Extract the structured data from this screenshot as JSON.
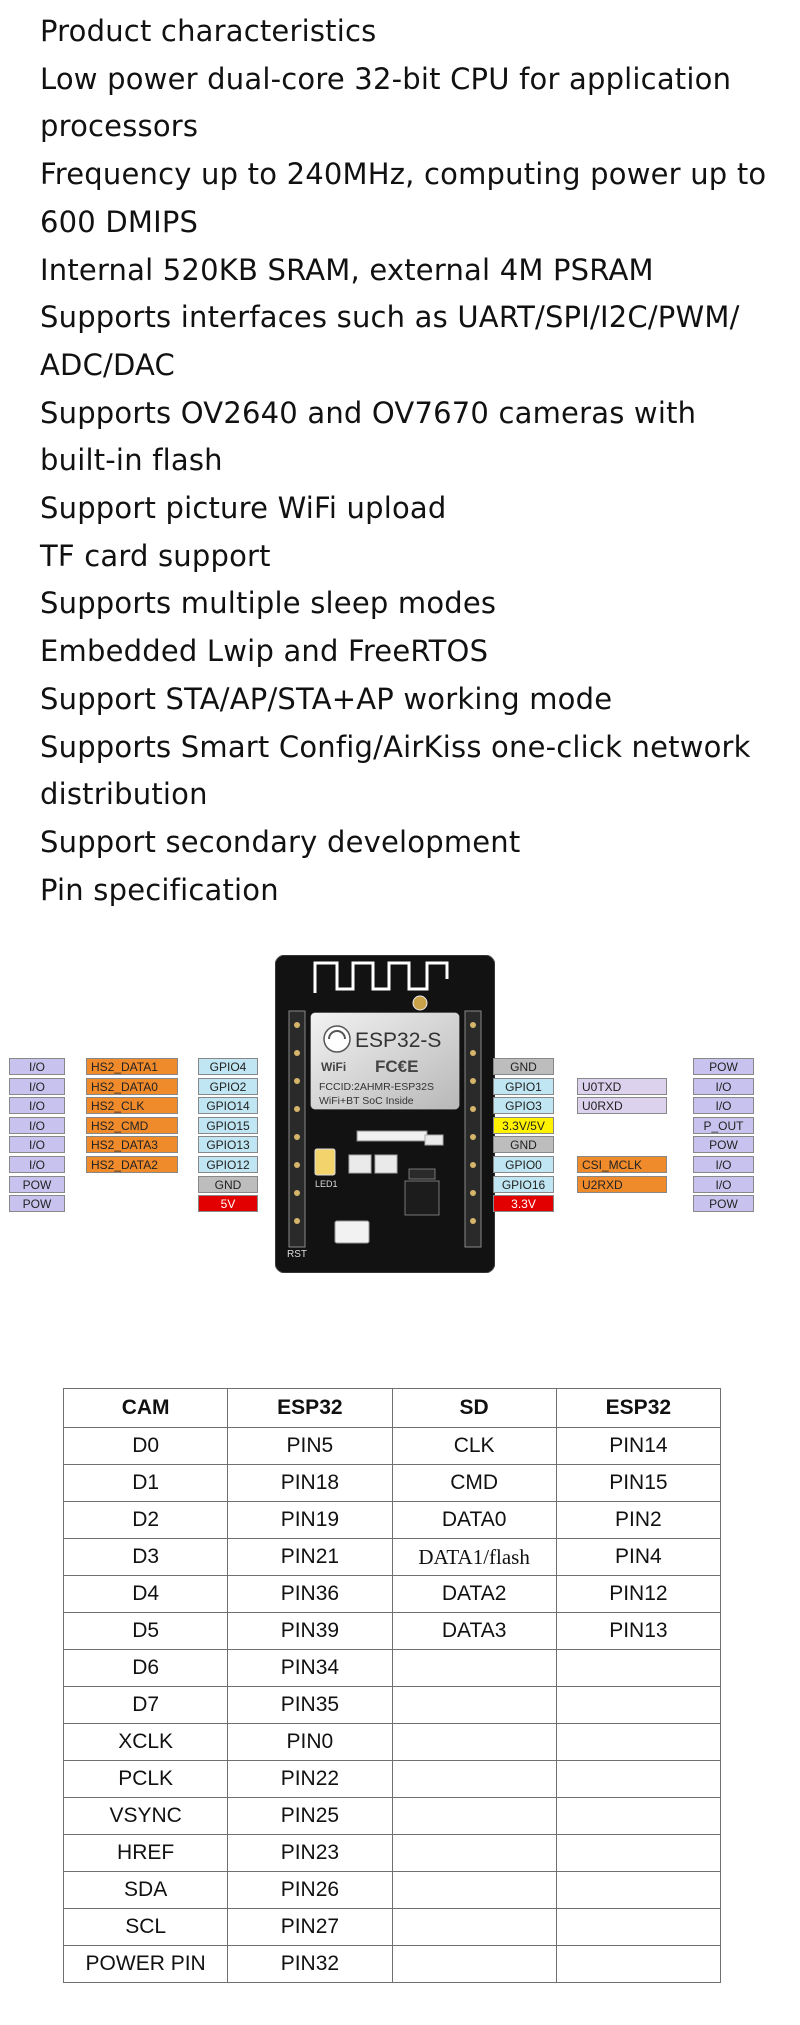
{
  "features": [
    "Product characteristics",
    "Low power dual-core 32-bit CPU for application",
    "processors",
    "Frequency up to 240MHz, computing power up to",
    "600 DMIPS",
    "Internal 520KB SRAM, external 4M PSRAM",
    "Supports interfaces such as UART/SPI/I2C/PWM/",
    "ADC/DAC",
    "Supports OV2640 and OV7670 cameras with",
    "built-in flash",
    "Support picture WiFi upload",
    "TF card support",
    "Supports multiple sleep modes",
    "Embedded Lwip and FreeRTOS",
    "Support STA/AP/STA+AP working mode",
    "Supports Smart Config/AirKiss one-click network",
    "distribution",
    "Support secondary development",
    "Pin specification"
  ],
  "diagram": {
    "left_type": [
      "I/O",
      "I/O",
      "I/O",
      "I/O",
      "I/O",
      "I/O",
      "POW",
      "POW"
    ],
    "left_func": [
      "HS2_DATA1",
      "HS2_DATA0",
      "HS2_CLK",
      "HS2_CMD",
      "HS2_DATA3",
      "HS2_DATA2",
      "",
      ""
    ],
    "left_gpio": [
      "GPIO4",
      "GPIO2",
      "GPIO14",
      "GPIO15",
      "GPIO13",
      "GPIO12",
      "GND",
      "5V"
    ],
    "right_gpio": [
      "GND",
      "GPIO1",
      "GPIO3",
      "3.3V/5V",
      "GND",
      "GPIO0",
      "GPIO16",
      "3.3V"
    ],
    "right_func": [
      "",
      "U0TXD",
      "U0RXD",
      "",
      "",
      "CSI_MCLK",
      "U2RXD",
      ""
    ],
    "right_type": [
      "POW",
      "I/O",
      "I/O",
      "P_OUT",
      "POW",
      "I/O",
      "I/O",
      "POW"
    ],
    "board": {
      "module": "ESP32-S",
      "fcc": "FCCID:2AHMR-ESP32S",
      "wifi": "WiFi+BT SoC Inside",
      "wifi_logo": "WiFi",
      "ce": "FC€E",
      "led": "LED1",
      "rst": "RST"
    },
    "colors": {
      "io": "#c8c3ee",
      "hs": "#f08b2c",
      "gpio": "#bfe6f2",
      "gnd": "#bdbdbd",
      "v5": "#e30000",
      "v33": "#fff200"
    }
  },
  "table": {
    "headers": [
      "CAM",
      "ESP32",
      "SD",
      "ESP32"
    ],
    "rows": [
      [
        "D0",
        "PIN5",
        "CLK",
        "PIN14"
      ],
      [
        "D1",
        "PIN18",
        "CMD",
        "PIN15"
      ],
      [
        "D2",
        "PIN19",
        "DATA0",
        "PIN2"
      ],
      [
        "D3",
        "PIN21",
        "DATA1/flash",
        "PIN4"
      ],
      [
        "D4",
        "PIN36",
        "DATA2",
        "PIN12"
      ],
      [
        "D5",
        "PIN39",
        "DATA3",
        "PIN13"
      ],
      [
        "D6",
        "PIN34",
        "",
        ""
      ],
      [
        "D7",
        "PIN35",
        "",
        ""
      ],
      [
        "XCLK",
        "PIN0",
        "",
        ""
      ],
      [
        "PCLK",
        "PIN22",
        "",
        ""
      ],
      [
        "VSYNC",
        "PIN25",
        "",
        ""
      ],
      [
        "HREF",
        "PIN23",
        "",
        ""
      ],
      [
        "SDA",
        "PIN26",
        "",
        ""
      ],
      [
        "SCL",
        "PIN27",
        "",
        ""
      ],
      [
        "POWER PIN",
        "PIN32",
        "",
        ""
      ]
    ]
  }
}
